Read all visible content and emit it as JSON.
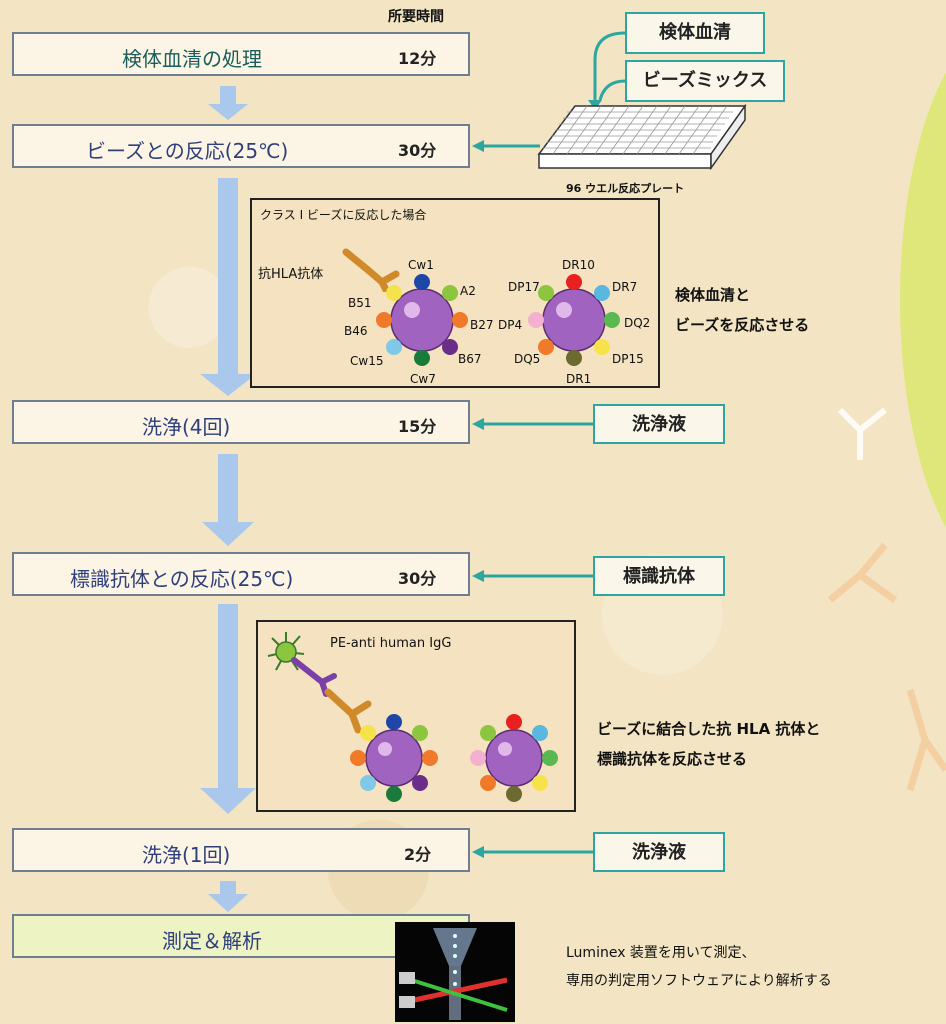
{
  "header_time": "所要時間",
  "steps": [
    {
      "label": "検体血清の処理",
      "time": "12分"
    },
    {
      "label": "ビーズとの反応(25℃)",
      "time": "30分"
    },
    {
      "label": "洗浄(4回)",
      "time": "15分"
    },
    {
      "label": "標識抗体との反応(25℃)",
      "time": "30分"
    },
    {
      "label": "洗浄(1回)",
      "time": "2分"
    },
    {
      "label": "測定＆解析"
    }
  ],
  "reagents": {
    "serum": "検体血清",
    "bead_mix": "ビーズミックス",
    "wash1": "洗浄液",
    "label_ab": "標識抗体",
    "wash2": "洗浄液"
  },
  "plate_label": "96 ウエル反応プレート",
  "panel1": {
    "title": "クラス I ビーズに反応した場合",
    "antibody_label": "抗HLA抗体",
    "left_bead_labels": [
      "Cw1",
      "A2",
      "B27",
      "B67",
      "Cw7",
      "Cw15",
      "B46",
      "B51"
    ],
    "right_bead_labels": [
      "DR10",
      "DR7",
      "DQ2",
      "DP15",
      "DR1",
      "DQ5",
      "DP4",
      "DP17"
    ]
  },
  "panel1_note": [
    "検体血清と",
    "ビーズを反応させる"
  ],
  "panel2": {
    "antibody_label": "PE-anti human IgG"
  },
  "panel2_note": [
    "ビーズに結合した抗 HLA 抗体と",
    "標識抗体を反応させる"
  ],
  "final_note": [
    "Luminex 装置を用いて測定、",
    "専用の判定用ソフトウェアにより解析する"
  ],
  "colors": {
    "step_border": "#6f7f92",
    "flow_arrow": "#a9c8ec",
    "reagent_border": "#2ba6a0",
    "reagent_arrow": "#2ba6a0",
    "bead_core": "#a064c0",
    "final_box": "#eef3c4"
  }
}
